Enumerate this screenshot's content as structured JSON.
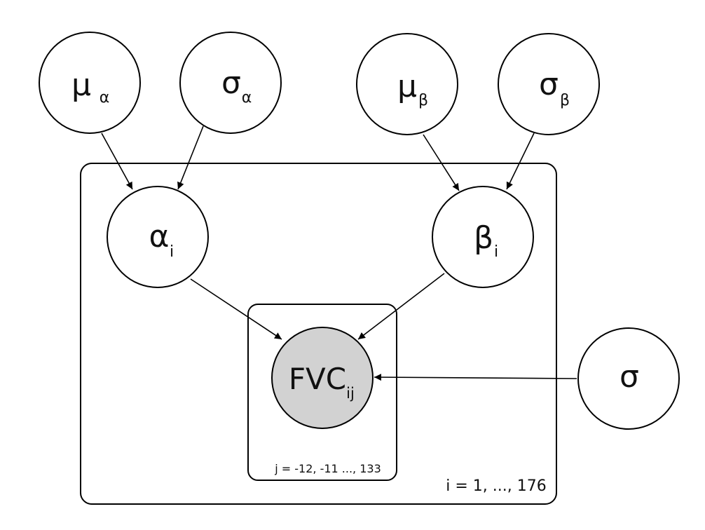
{
  "nodes": {
    "mu_alpha": {
      "symbol": "μ",
      "subscript": "α"
    },
    "sigma_alpha": {
      "symbol": "σ",
      "subscript": "α"
    },
    "mu_beta": {
      "symbol": "μ",
      "subscript": "β"
    },
    "sigma_beta": {
      "symbol": "σ",
      "subscript": "β"
    },
    "alpha_i": {
      "symbol": "α",
      "subscript": "i"
    },
    "beta_i": {
      "symbol": "β",
      "subscript": "i"
    },
    "fvc": {
      "symbol": "FVC",
      "subscript": "ij",
      "observed": true
    },
    "sigma": {
      "symbol": "σ",
      "subscript": ""
    }
  },
  "plates": {
    "outer": {
      "label": "i = 1, ..., 176"
    },
    "inner": {
      "label": "j = -12, -11 ..., 133"
    }
  },
  "edges": [
    {
      "from": "mu_alpha",
      "to": "alpha_i"
    },
    {
      "from": "sigma_alpha",
      "to": "alpha_i"
    },
    {
      "from": "mu_beta",
      "to": "beta_i"
    },
    {
      "from": "sigma_beta",
      "to": "beta_i"
    },
    {
      "from": "alpha_i",
      "to": "fvc"
    },
    {
      "from": "beta_i",
      "to": "fvc"
    },
    {
      "from": "sigma",
      "to": "fvc"
    }
  ],
  "colors": {
    "observed_fill": "#d2d2d2",
    "stroke": "#000000",
    "background": "#ffffff"
  }
}
